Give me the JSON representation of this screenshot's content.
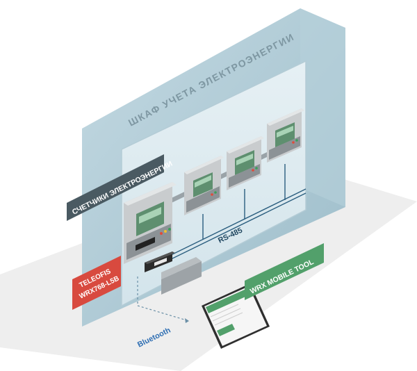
{
  "cabinet": {
    "title": "ШКАФ УЧЕТА ЭЛЕКТРОЭНЕРГИИ"
  },
  "meters_label": "СЧЕТЧИКИ ЭЛЕКТРОЭНЕРГИИ",
  "bus_label": "RS-485",
  "device": {
    "line1": "TELEOFIS",
    "line2": "WRX768-L5B"
  },
  "app_label": "WRX MOBILE TOOL",
  "link_label": "Bluetooth",
  "colors": {
    "cabinet": "#a9c6d2",
    "panel": "#d9e8ee",
    "floor": "#eeeeee",
    "meter_body": "#c9ccce",
    "meter_green": "#5e8f6f",
    "bus_line": "#2a5d7e",
    "device_red": "#d84a3f",
    "app_green": "#52a06b",
    "label_dark": "#4a5a62",
    "bluetooth_blue": "#2f6fb3"
  }
}
